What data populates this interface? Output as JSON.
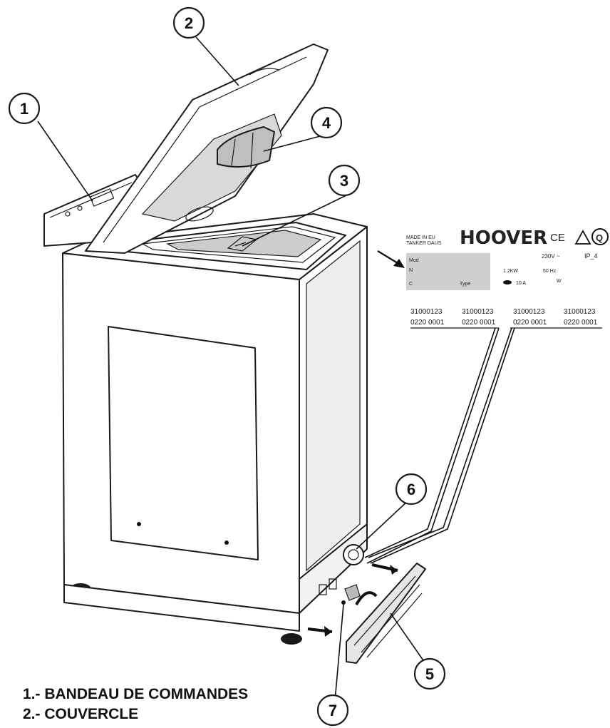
{
  "callouts": [
    "1",
    "2",
    "3",
    "4",
    "5",
    "6",
    "7"
  ],
  "plate": {
    "made_in": "MADE IN EU",
    "tanker": "TANKER DAUS",
    "brand": "HOOVER",
    "ce": "CE",
    "voltage": "230V ~",
    "ip": "IP_4",
    "row_mod": "Mod",
    "row_n": "N",
    "row_c": "C",
    "type": "Type",
    "power": "1.2KW",
    "freq": "50 Hz",
    "fuse": "10 A",
    "w": "W",
    "codes_top": [
      "31000123",
      "31000123",
      "31000123",
      "31000123"
    ],
    "codes_bottom": [
      "0220 0001",
      "0220 0001",
      "0220 0001",
      "0220 0001"
    ]
  },
  "legend": {
    "item1": "1.- BANDEAU DE COMMANDES",
    "item2": "2.- COUVERCLE"
  },
  "colors": {
    "line": "#1a1a1a",
    "shade": "#d9d9d9",
    "plate_shade": "#cfcfcf"
  }
}
